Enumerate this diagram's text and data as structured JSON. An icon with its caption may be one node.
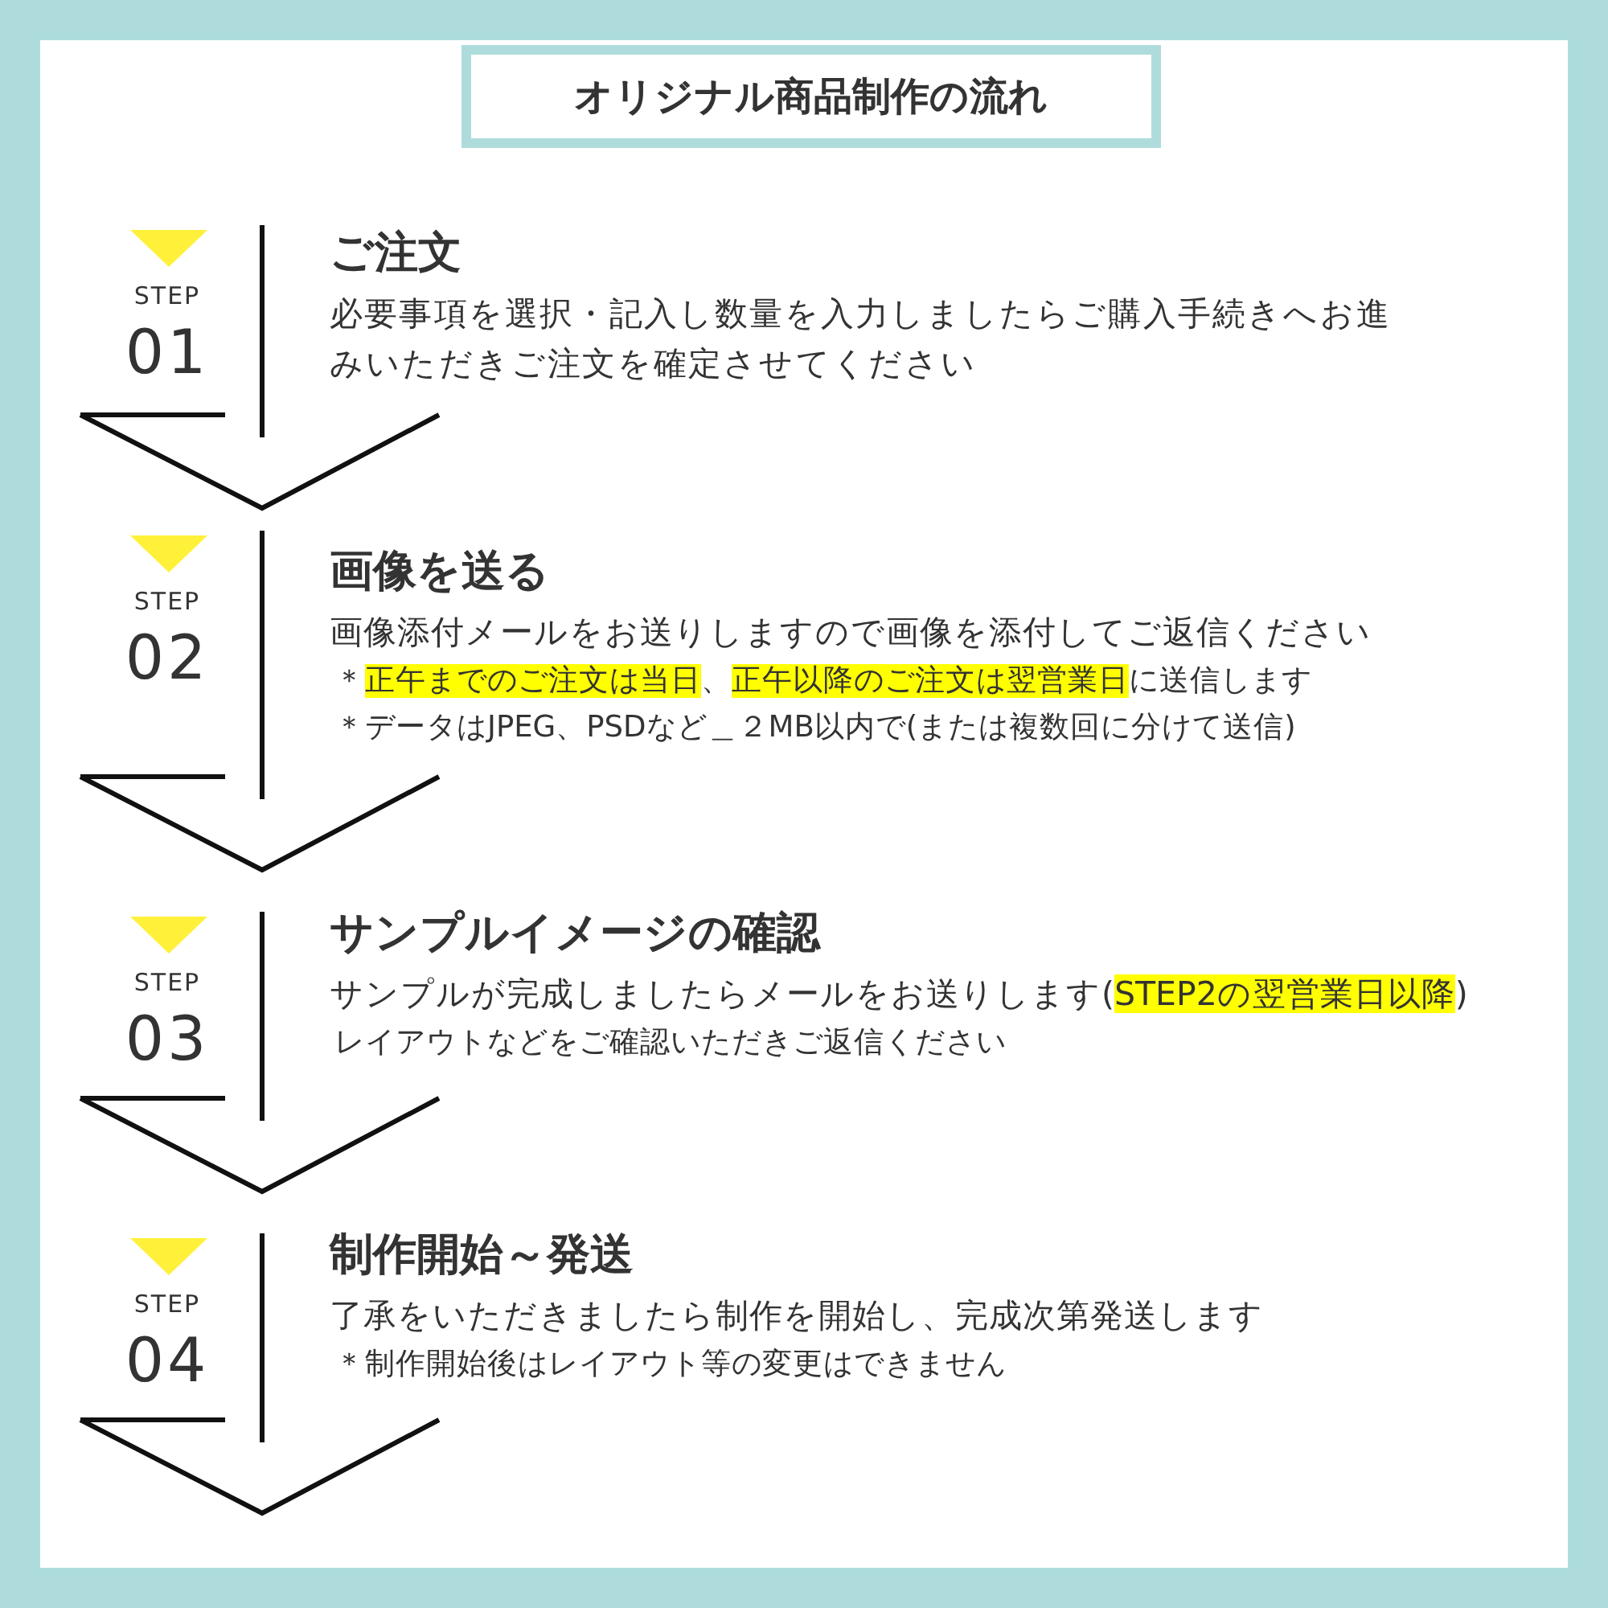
{
  "diagram": {
    "title": "オリジナル商品制作の流れ",
    "nodes": [
      {
        "text": [
          "ご注文",
          "必要事項を選択・記入し数量を入力しましたらご購入手続きへお進みいただきご注文を確定させてください"
        ],
        "beside": [
          "STEP",
          "01"
        ]
      },
      {
        "text": [
          "画像を送る",
          "画像添付メールをお送りしますので画像を添付してご返信ください",
          "＊**正午までのご注文は当日**、**正午以降のご注文は翌営業日**に送信します",
          "＊データはJPEG、PSDなど＿２MB以内で(または複数回に分けて送信)"
        ],
        "beside": [
          "STEP",
          "02"
        ]
      },
      {
        "text": [
          "サンプルイメージの確認",
          "サンプルが完成しましたらメールをお送りします(**STEP2の翌営業日以降**)",
          "レイアウトなどをご確認いただきご返信ください"
        ],
        "beside": [
          "STEP",
          "03"
        ]
      },
      {
        "text": [
          "制作開始～発送",
          "了承をいただきましたら制作を開始し、完成次第発送します",
          "＊制作開始後はレイアウト等の変更はできません"
        ],
        "beside": [
          "STEP",
          "04"
        ]
      }
    ]
  }
}
